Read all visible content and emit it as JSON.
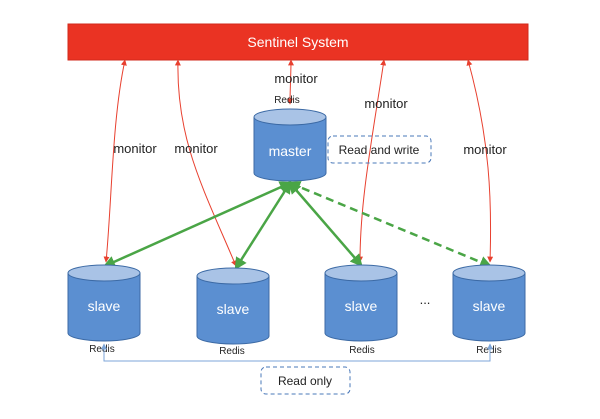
{
  "sentinel": {
    "label": "Sentinel System"
  },
  "master": {
    "label": "master",
    "caption": "Redis"
  },
  "read_write": {
    "label": "Read and write"
  },
  "read_only": {
    "label": "Read only"
  },
  "slaves": [
    {
      "label": "slave",
      "caption": "Redis"
    },
    {
      "label": "slave",
      "caption": "Redis"
    },
    {
      "label": "slave",
      "caption": "Redis"
    },
    {
      "label": "slave",
      "caption": "Redis"
    }
  ],
  "ellipsis": "...",
  "monitor_labels": [
    "monitor",
    "monitor",
    "monitor",
    "monitor",
    "monitor"
  ],
  "colors": {
    "sentinel_fill": "#ea3323",
    "sentinel_text": "#ffffff",
    "cylinder_body": "#5b8fd1",
    "cylinder_top": "#a9c3e6",
    "cylinder_stroke": "#3c6aa5",
    "monitor_line": "#e8402f",
    "replication_line": "#4aa546",
    "read_only_line": "#7ea6d8",
    "dashed_box": "#4a78b9"
  }
}
